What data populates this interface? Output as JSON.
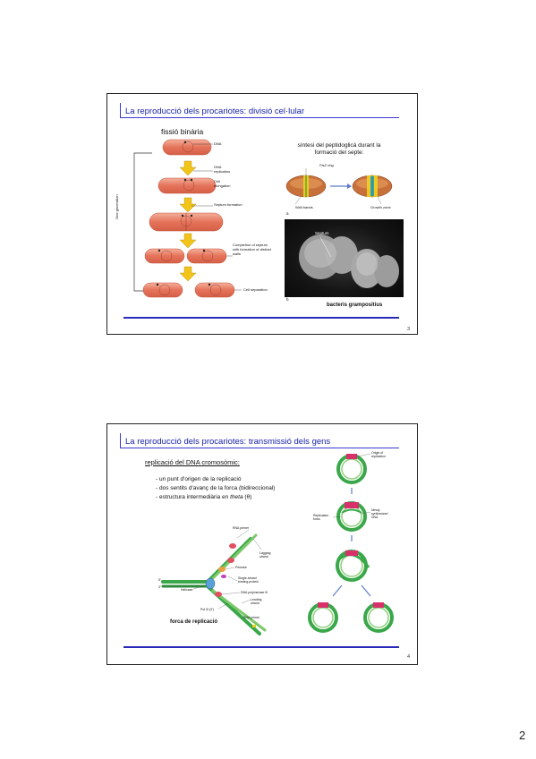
{
  "page_number": "2",
  "slide1": {
    "title": "La reproducció dels procariotes: divisió cel·lular",
    "subtitle": "fissió binària",
    "labels": {
      "dna": "DNA",
      "dna_replication": "DNA replication",
      "cell_elongation": "Cell elongation",
      "septum_formation": "Septum formation",
      "completion": "Completion of septum with formation of distinct walls",
      "cell_separation": "Cell separation",
      "one_generation": "One generation"
    },
    "right_heading": "síntesi del peptidoglicà durant la formació del septe:",
    "diagram_labels": {
      "fts_z": "FtsZ ring",
      "wall_bands": "Wall bands",
      "growth_zone": "Growth zone",
      "panel_a": "a",
      "panel_b": "b",
      "septum": "Septum"
    },
    "micro_caption": "bacteris grampositius",
    "slide_number": "3"
  },
  "slide2": {
    "title": "La reproducció dels procariotes: transmissió dels gens",
    "heading": "replicació del DNA cromosòmic:",
    "bullets": [
      "- un punt d'origen de la replicació",
      "- dos sentits d'avanç de la forca (bidireccional)",
      "- estructura intermediària en"
    ],
    "theta_italic": "theta",
    "theta_symbol": "(θ)",
    "fork_labels": {
      "dna_primase": "RNA primer",
      "lagging": "Lagging strand",
      "primase": "Primase",
      "single_strand": "Single-strand binding protein",
      "helicase": "Helicase",
      "polymerase": "DNA polymerase III",
      "leading": "Leading strand",
      "pol_i": "Pol III (3')",
      "rna_primer": "RNA primer",
      "end_5": "5'",
      "end_3": "3'"
    },
    "fork_caption": "forca de replicació",
    "circle_labels": {
      "origin": "Origin of replication",
      "forks": "Replication forks",
      "newly": "Newly synthesized DNA"
    },
    "slide_number": "4"
  },
  "colors": {
    "title_blue": "#1a23a8",
    "cell_fill": "#e8806a",
    "arrow_yellow": "#f2c419",
    "dna_green": "#3aa84a",
    "origin_pink": "#d8306a"
  }
}
